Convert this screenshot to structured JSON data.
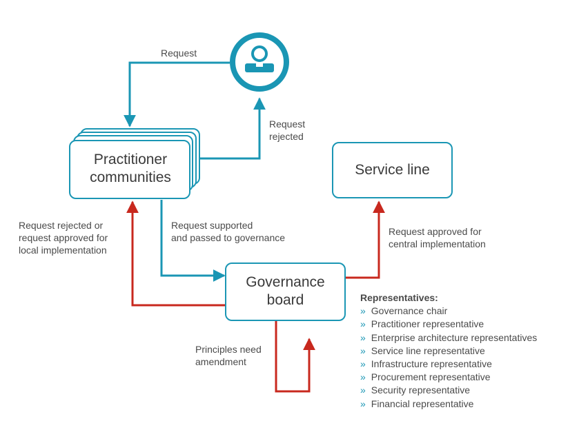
{
  "colors": {
    "teal": "#1a96b4",
    "red": "#c8281e",
    "text": "#4a4a4a"
  },
  "nodes": {
    "requester_icon": "user-icon",
    "practitioner_communities": "Practitioner\ncommunities",
    "service_line": "Service line",
    "governance_board": "Governance\nboard"
  },
  "edge_labels": {
    "request": "Request",
    "request_rejected": "Request\nrejected",
    "rejected_or_local": "Request rejected or\nrequest approved for\nlocal implementation",
    "supported": "Request supported\nand passed to governance",
    "central": "Request approved for\ncentral implementation",
    "principles": "Principles need\namendment"
  },
  "representatives": {
    "heading": "Representatives:",
    "bullet": "»",
    "items": [
      "Governance chair",
      "Practitioner representative",
      "Enterprise architecture representatives",
      "Service line representative",
      "Infrastructure representative",
      "Procurement representative",
      "Security representative",
      "Financial representative"
    ]
  }
}
